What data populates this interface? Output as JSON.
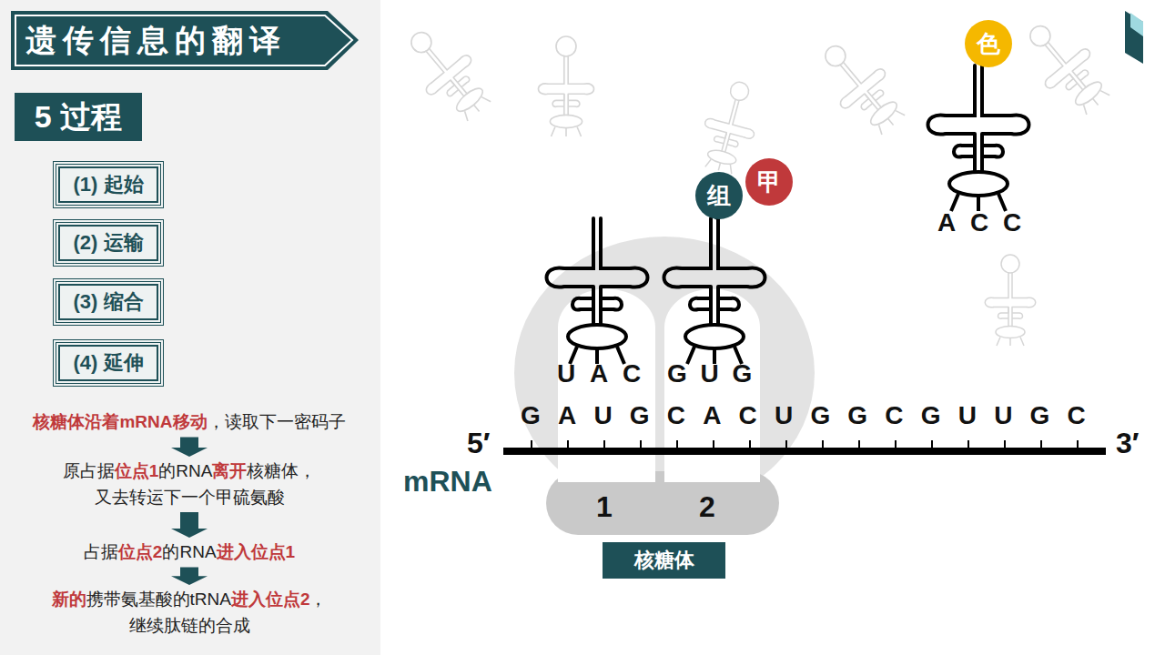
{
  "diagram": {
    "title": "遗传信息的翻译",
    "nodes": [
      {
        "text": [
          "5 过程"
        ]
      },
      {
        "text": [
          "(1) 起始"
        ]
      },
      {
        "text": [
          "(2) 运输"
        ]
      },
      {
        "text": [
          "(3) 缩合"
        ]
      },
      {
        "text": [
          "(4) 延伸"
        ]
      },
      {
        "text": [
          "核糖体沿着mRNA移动，读取下一密码子"
        ]
      },
      {
        "text": [
          "原占据位点1的RNA离开核糖体，又去转运下一个甲硫氨酸"
        ]
      },
      {
        "text": [
          "占据位点2的RNA进入位点1"
        ]
      },
      {
        "text": [
          "新的携带氨基酸的tRNA进入位点2，继续肽链的合成"
        ]
      },
      {
        "text": [
          "组"
        ]
      },
      {
        "text": [
          "甲"
        ]
      },
      {
        "text": [
          "色"
        ]
      },
      {
        "text": [
          "核糖体"
        ]
      }
    ],
    "edges": [
      {
        "from": 5,
        "to": 6,
        "arrow": "to"
      },
      {
        "from": 6,
        "to": 7,
        "arrow": "to"
      },
      {
        "from": 7,
        "to": 8,
        "arrow": "to"
      }
    ],
    "labels": [
      "5′",
      "3′",
      "mRNA",
      "GAUGCACUGGCGUUGC",
      "UAC",
      "GUG",
      "ACC",
      "1",
      "2"
    ]
  }
}
